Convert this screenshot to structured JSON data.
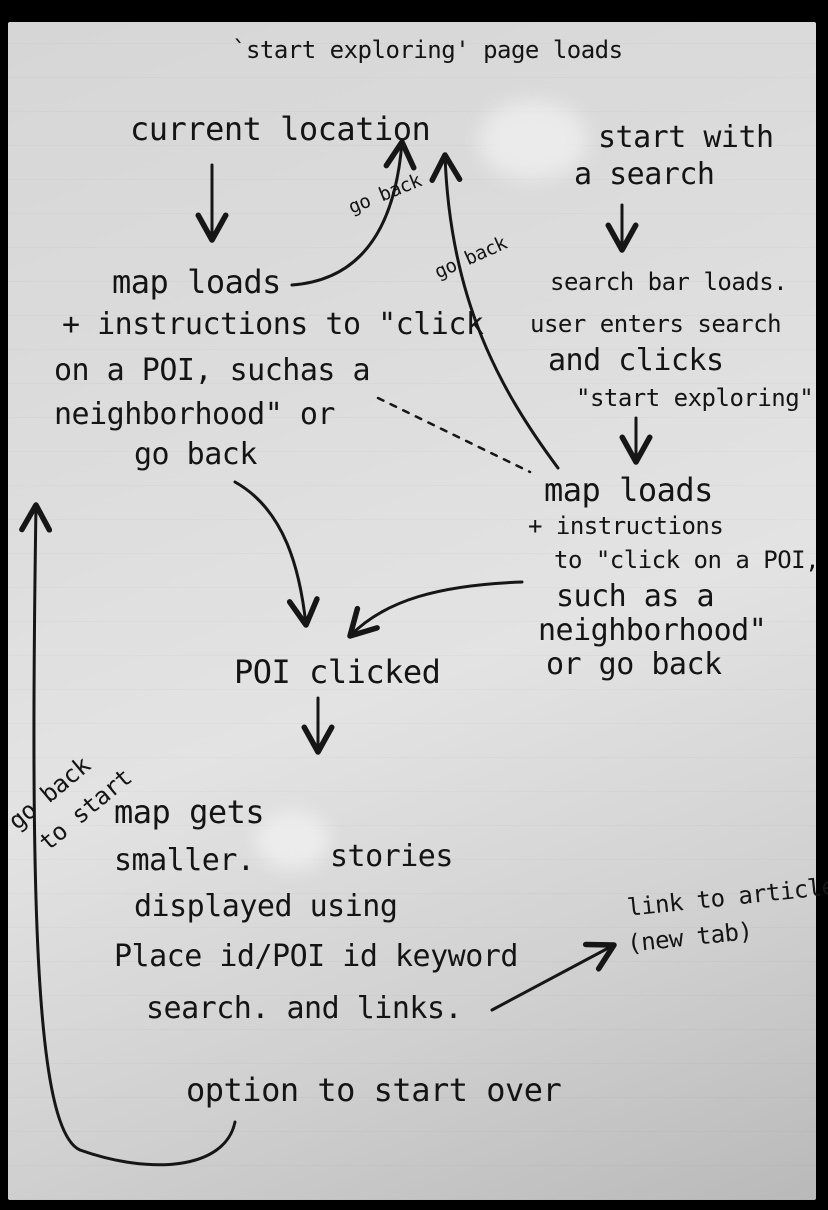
{
  "page_title": "`start exploring' page loads",
  "left_branch": {
    "start": "current location",
    "map_lines": [
      "map loads",
      "+ instructions to \"click",
      "on a POI, suchas a",
      "neighborhood\" or",
      "go back"
    ]
  },
  "right_branch": {
    "start_lines": [
      "start with",
      "a search"
    ],
    "search_lines": [
      "search bar loads.",
      "user enters search",
      "and clicks",
      "\"start exploring\""
    ],
    "map_lines": [
      "map loads",
      "+ instructions",
      "to \"click on a POI,",
      "such as a",
      "neighborhood\"",
      "or go back"
    ]
  },
  "poi_clicked": "POI clicked",
  "result_lines": [
    "map gets",
    "smaller.",
    "stories",
    "displayed using",
    "Place id/POI id keyword",
    "search. and links."
  ],
  "link_lines": [
    "link to article",
    "(new tab)"
  ],
  "option_start_over": "option to start over",
  "go_back_left": "go back",
  "go_back_right": "go back",
  "go_back_start_lines": [
    "go back",
    "to start"
  ]
}
